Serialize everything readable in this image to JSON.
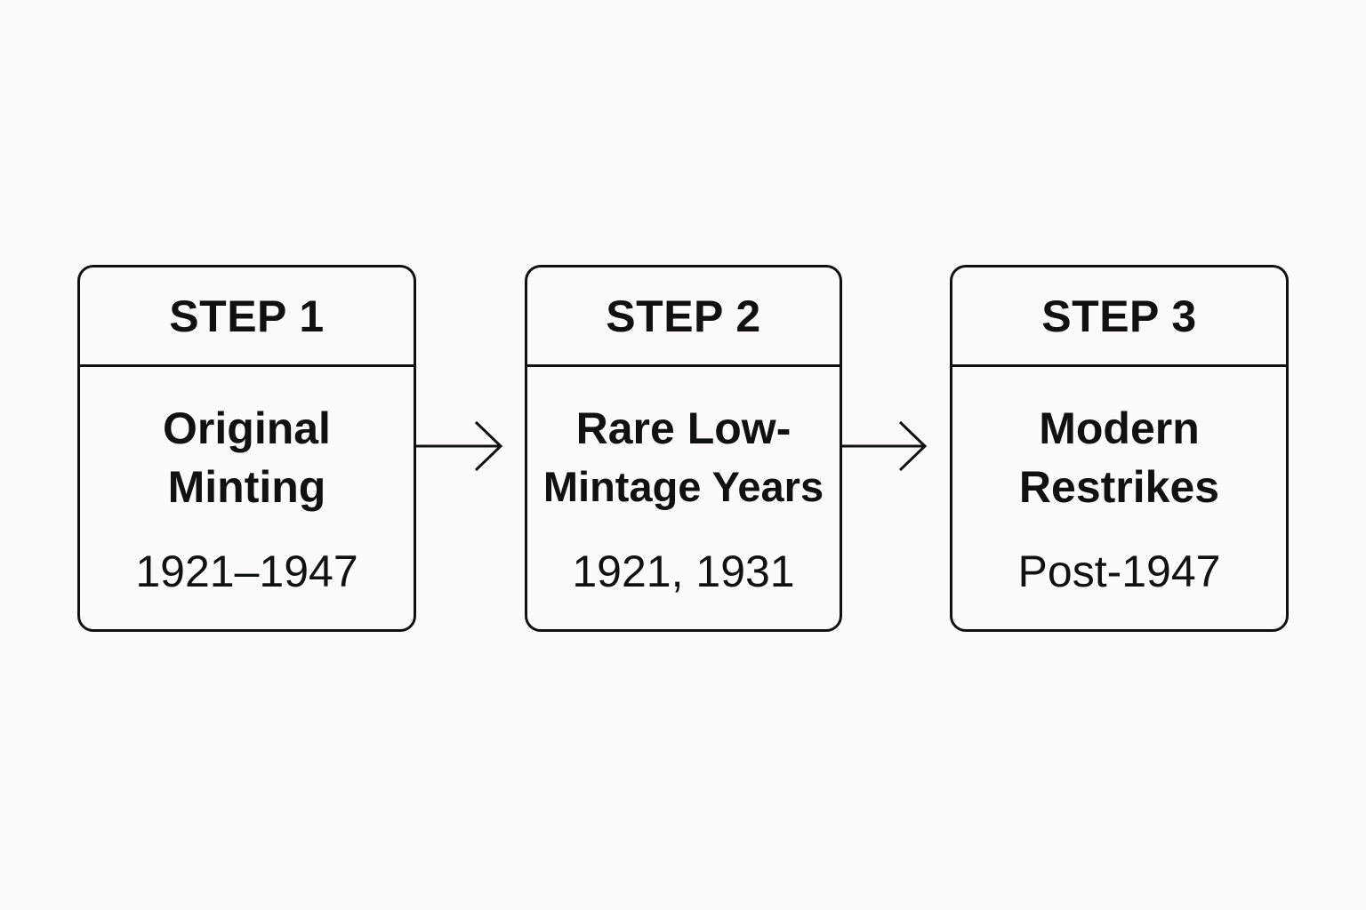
{
  "steps": [
    {
      "label": "STEP 1",
      "title_lines": [
        "Original",
        "Minting"
      ],
      "dates": "1921–1947"
    },
    {
      "label": "STEP 2",
      "title_lines": [
        "Rare Low-",
        "Mintage Years"
      ],
      "dates": "1921, 1931"
    },
    {
      "label": "STEP 3",
      "title_lines": [
        "Modern",
        "Restrikes"
      ],
      "dates": "Post-1947"
    }
  ],
  "colors": {
    "background": "#fcfbf9",
    "stroke": "#111111"
  }
}
